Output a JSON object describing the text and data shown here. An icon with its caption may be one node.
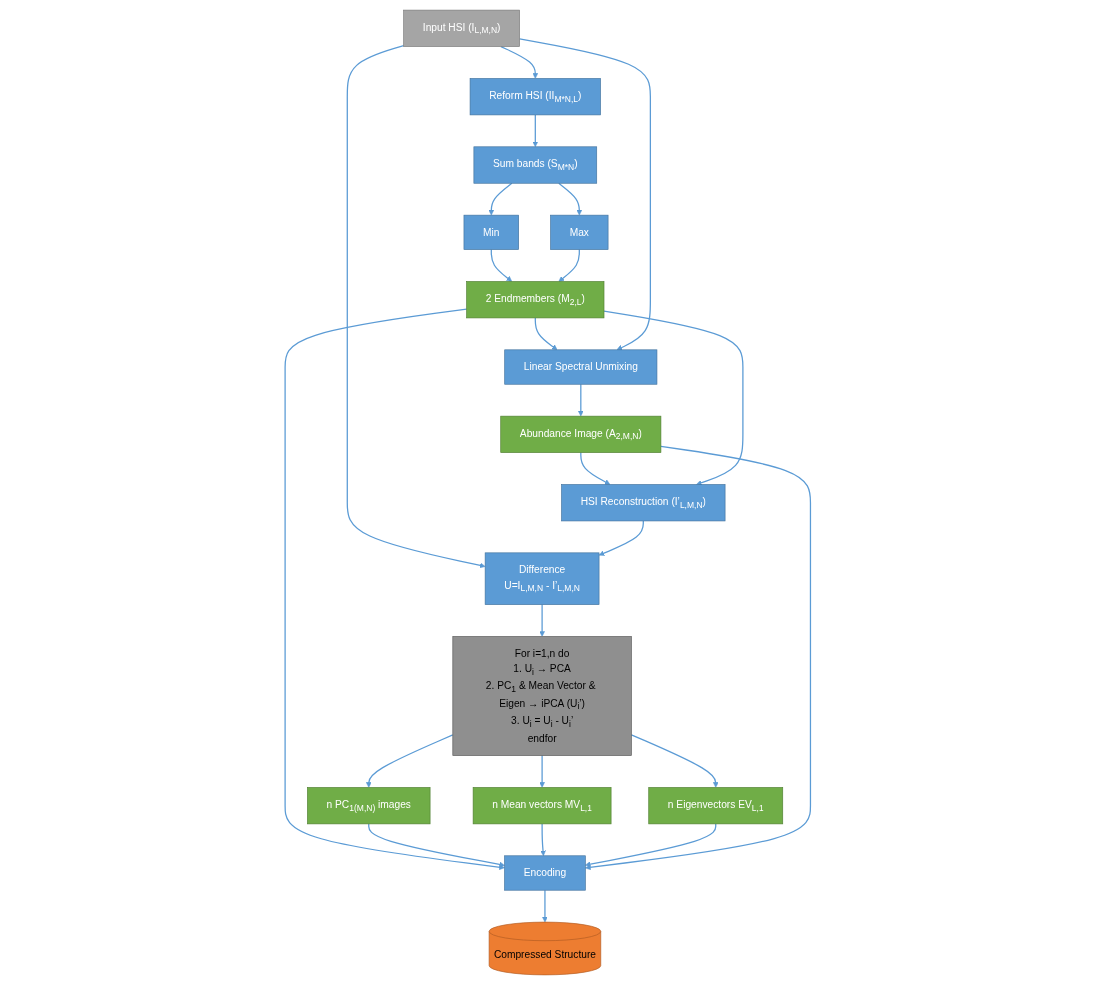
{
  "diagram": {
    "nodes": [
      {
        "text": [
          "Input HSI (I$_{L,M,N}$)"
        ]
      },
      {
        "text": [
          "Reform HSI (II$_{M*N,L}$)"
        ]
      },
      {
        "text": [
          "Sum bands (S$_{M*N}$)"
        ]
      },
      {
        "text": [
          "Min"
        ]
      },
      {
        "text": [
          "Max"
        ]
      },
      {
        "text": [
          "2 Endmembers (M$_{2,L}$)"
        ]
      },
      {
        "text": [
          "Linear Spectral Unmixing"
        ]
      },
      {
        "text": [
          "Abundance Image (A$_{2,M,N}$)"
        ]
      },
      {
        "text": [
          "HSI Reconstruction (I’$_{L,M,N}$)"
        ]
      },
      {
        "text": [
          "Difference",
          "U=I$_{L,M,N}$ - I’$_{L,M,N}$"
        ]
      },
      {
        "text": [
          "For i=1,n do",
          "1. U$_{i}$ → PCA",
          "2. PC$_{1}$ & Mean Vector & Eigen → iPCA (U$_{i}$’)",
          "3. U$_{i}$ = U$_{i}$ - U$_{i}$’",
          "endfor"
        ]
      },
      {
        "text": [
          "n PC$_{1(M,N)}$ images"
        ]
      },
      {
        "text": [
          "n Mean vectors MV$_{L,1}$"
        ]
      },
      {
        "text": [
          "n Eigenvectors EV$_{L,1}$"
        ]
      },
      {
        "text": [
          "Encoding"
        ]
      },
      {
        "text": [
          "Compressed Structure"
        ]
      }
    ],
    "edges": [
      {
        "from": 0,
        "to": 1,
        "arrow": "to"
      },
      {
        "from": 1,
        "to": 2,
        "arrow": "to"
      },
      {
        "from": 2,
        "to": 3,
        "arrow": "to"
      },
      {
        "from": 2,
        "to": 4,
        "arrow": "to"
      },
      {
        "from": 3,
        "to": 5,
        "arrow": "to"
      },
      {
        "from": 4,
        "to": 5,
        "arrow": "to"
      },
      {
        "from": 5,
        "to": 6,
        "arrow": "to"
      },
      {
        "from": 0,
        "to": 6,
        "arrow": "to"
      },
      {
        "from": 0,
        "to": 9,
        "arrow": "to"
      },
      {
        "from": 6,
        "to": 7,
        "arrow": "to"
      },
      {
        "from": 7,
        "to": 8,
        "arrow": "to"
      },
      {
        "from": 5,
        "to": 8,
        "arrow": "to"
      },
      {
        "from": 8,
        "to": 9,
        "arrow": "to"
      },
      {
        "from": 9,
        "to": 10,
        "arrow": "to"
      },
      {
        "from": 10,
        "to": 11,
        "arrow": "to"
      },
      {
        "from": 10,
        "to": 12,
        "arrow": "to"
      },
      {
        "from": 10,
        "to": 13,
        "arrow": "to"
      },
      {
        "from": 5,
        "to": 14,
        "arrow": "to"
      },
      {
        "from": 11,
        "to": 14,
        "arrow": "to"
      },
      {
        "from": 12,
        "to": 14,
        "arrow": "to"
      },
      {
        "from": 13,
        "to": 14,
        "arrow": "to"
      },
      {
        "from": 7,
        "to": 14,
        "arrow": "to"
      },
      {
        "from": 14,
        "to": 15,
        "arrow": "to"
      }
    ]
  }
}
